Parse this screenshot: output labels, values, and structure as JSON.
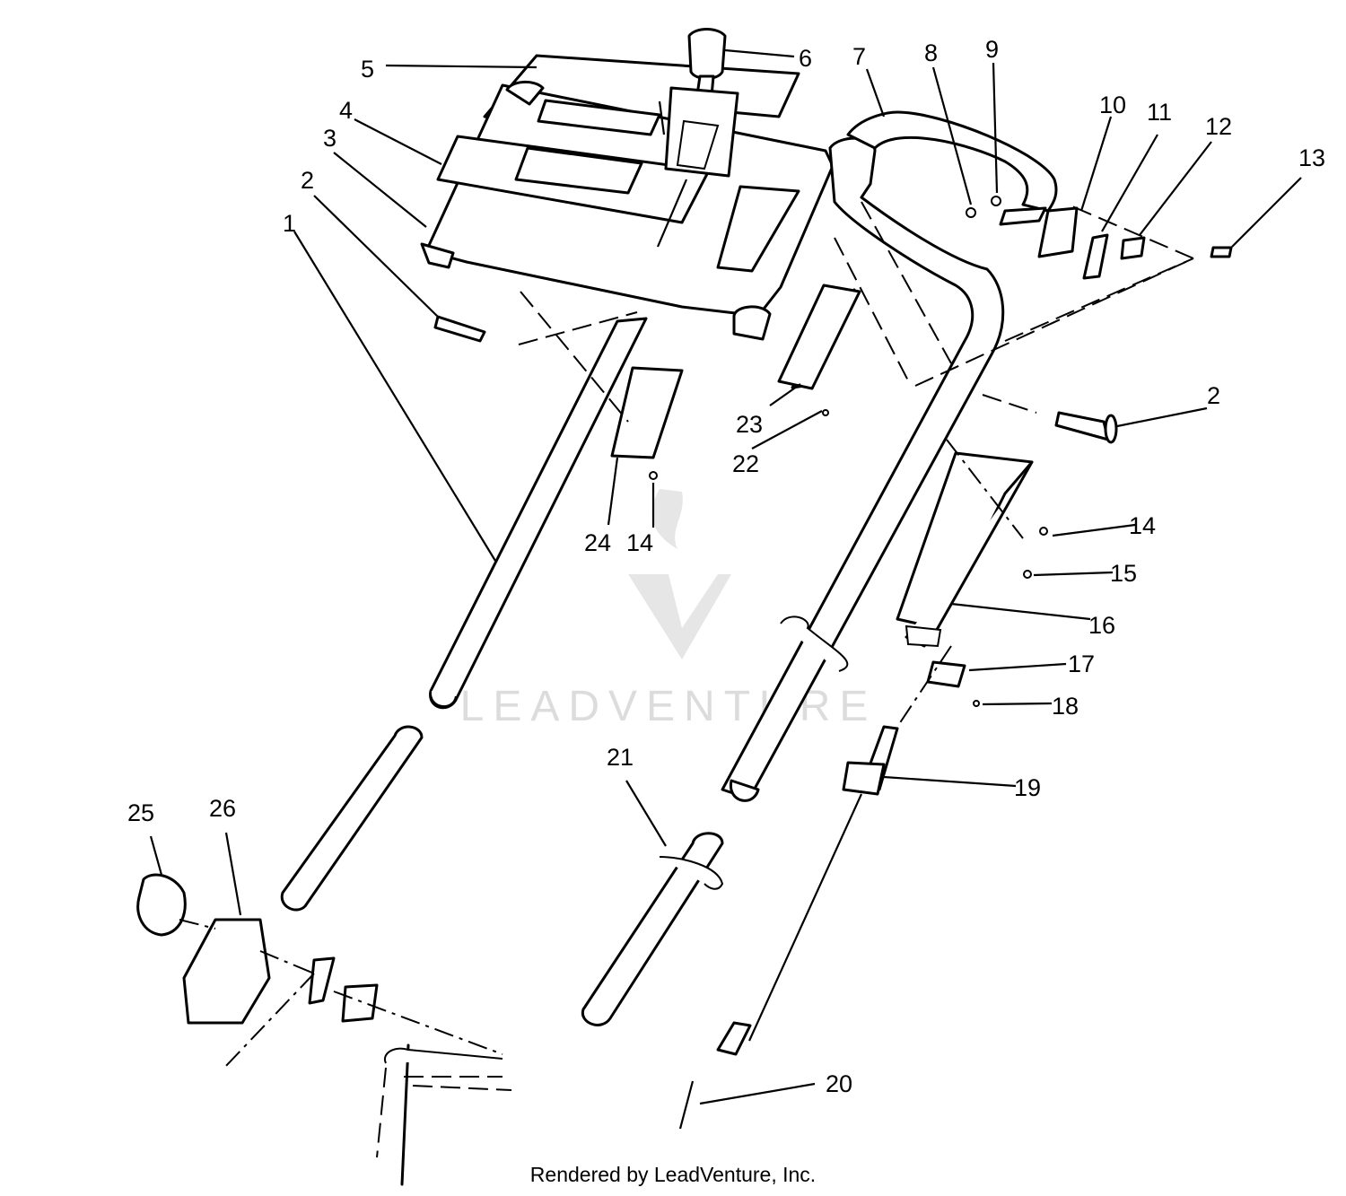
{
  "watermark": {
    "text": "LEADVENTURE"
  },
  "footer": {
    "credit": "Rendered by LeadVenture, Inc."
  },
  "callouts": [
    {
      "id": "c1",
      "label": "1"
    },
    {
      "id": "c2a",
      "label": "2"
    },
    {
      "id": "c2b",
      "label": "2"
    },
    {
      "id": "c3",
      "label": "3"
    },
    {
      "id": "c4",
      "label": "4"
    },
    {
      "id": "c5",
      "label": "5"
    },
    {
      "id": "c6",
      "label": "6"
    },
    {
      "id": "c7",
      "label": "7"
    },
    {
      "id": "c8",
      "label": "8"
    },
    {
      "id": "c9",
      "label": "9"
    },
    {
      "id": "c10",
      "label": "10"
    },
    {
      "id": "c11",
      "label": "11"
    },
    {
      "id": "c12",
      "label": "12"
    },
    {
      "id": "c13",
      "label": "13"
    },
    {
      "id": "c14a",
      "label": "14"
    },
    {
      "id": "c14b",
      "label": "14"
    },
    {
      "id": "c15",
      "label": "15"
    },
    {
      "id": "c16",
      "label": "16"
    },
    {
      "id": "c17",
      "label": "17"
    },
    {
      "id": "c18",
      "label": "18"
    },
    {
      "id": "c19",
      "label": "19"
    },
    {
      "id": "c20",
      "label": "20"
    },
    {
      "id": "c21",
      "label": "21"
    },
    {
      "id": "c22",
      "label": "22"
    },
    {
      "id": "c23",
      "label": "23"
    },
    {
      "id": "c24",
      "label": "24"
    },
    {
      "id": "c25",
      "label": "25"
    },
    {
      "id": "c26",
      "label": "26"
    }
  ]
}
